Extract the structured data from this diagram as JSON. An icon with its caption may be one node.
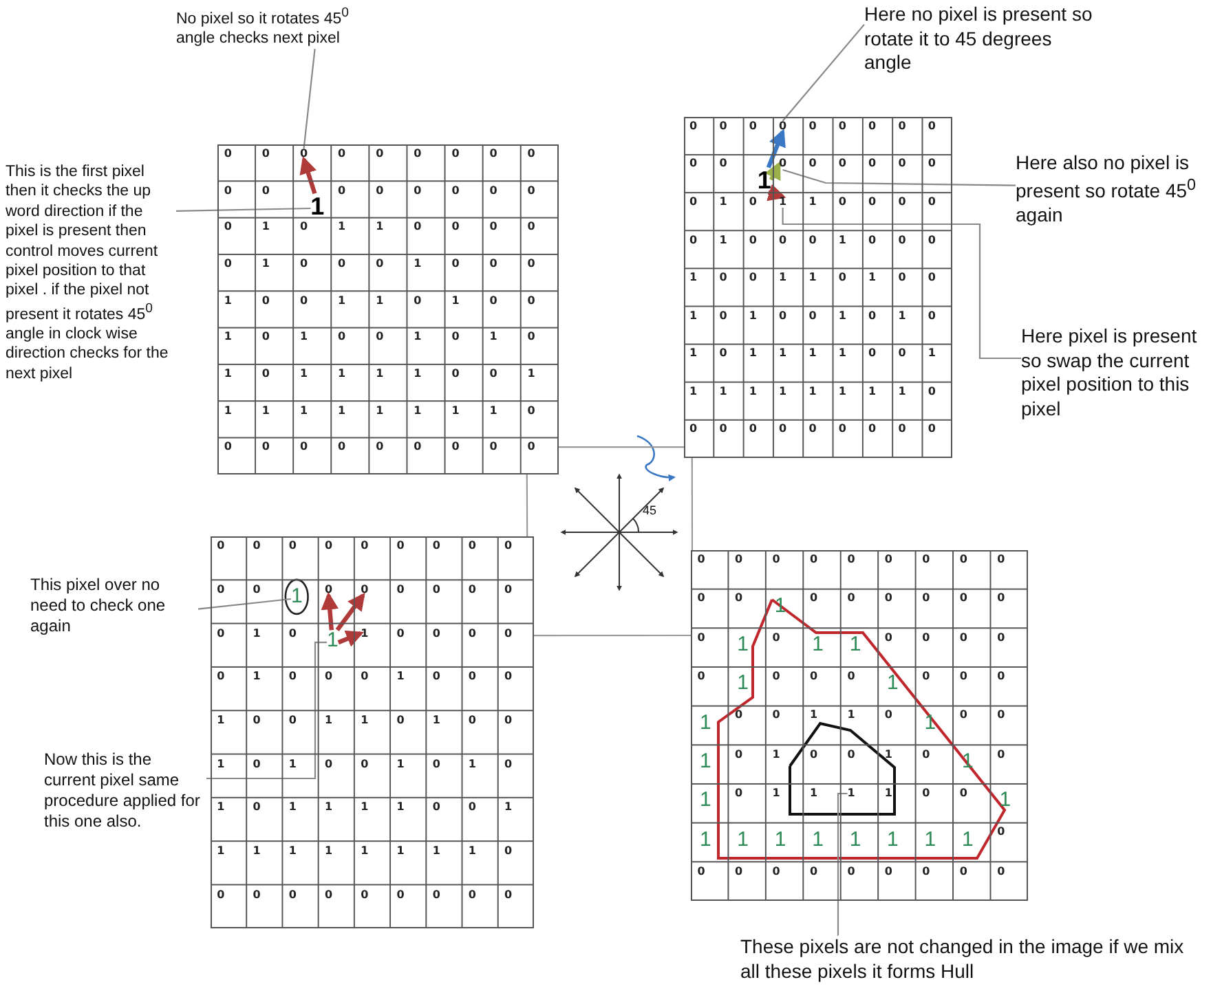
{
  "diagram": {
    "nodes": [
      {
        "text": [],
        "shape": "grid"
      },
      {
        "text": [
          "0"
        ],
        "in": 0
      },
      {
        "text": [
          "1"
        ],
        "in": 0
      },
      {
        "text": [
          "This is the first pixel then it checks the up word direction if the pixel is present then control moves current pixel position to that pixel . if the pixel not present it rotates 45$^{0}$ angle in clock wise direction checks for the next pixel"
        ]
      },
      {
        "text": [
          "No pixel so it rotates 45$^{0}$ angle checks next pixel"
        ]
      },
      {
        "text": [],
        "shape": "grid"
      },
      {
        "text": [
          "0"
        ],
        "in": 5
      },
      {
        "text": [
          "1"
        ],
        "in": 5
      },
      {
        "text": [
          "0"
        ],
        "in": 5
      },
      {
        "text": [
          "1"
        ],
        "in": 5
      },
      {
        "text": [
          "Here  no pixel is present  so rotate it to 45 degrees angle"
        ]
      },
      {
        "text": [
          "Here also  no pixel is present  so rotate 45$^{0}$ again"
        ]
      },
      {
        "text": [
          "Here pixel is present so swap the current pixel position to this pixel"
        ]
      },
      {
        "text": [],
        "shape": "grid"
      },
      {
        "text": [
          "1"
        ],
        "in": 13
      },
      {
        "text": [
          "1"
        ],
        "in": 13
      },
      {
        "text": [
          "This pixel  over no need to check  one again"
        ]
      },
      {
        "text": [
          "Now this is the current pixel same procedure  applied for this one also."
        ]
      },
      {
        "text": [],
        "shape": "grid"
      },
      {
        "text": [
          "1"
        ],
        "in": 18
      },
      {
        "text": [
          "These pixels are not changed in the image if we mix all these pixels it forms Hull"
        ]
      },
      {
        "text": [
          "0"
        ],
        "in": 13
      },
      {
        "text": [
          "0"
        ],
        "in": 13
      },
      {
        "text": [
          "1"
        ],
        "in": 13
      }
    ],
    "edges": [
      {
        "from": 3,
        "to": 2,
        "arrow": "none"
      },
      {
        "from": 4,
        "to": 1,
        "arrow": "none"
      },
      {
        "from": 10,
        "to": 6,
        "arrow": "none"
      },
      {
        "from": 11,
        "to": 8,
        "arrow": "none"
      },
      {
        "from": 12,
        "to": 9,
        "arrow": "none"
      },
      {
        "from": 16,
        "to": 14,
        "arrow": "none"
      },
      {
        "from": 17,
        "to": 15,
        "arrow": "none"
      },
      {
        "from": 20,
        "to": 19,
        "arrow": "none"
      },
      {
        "from": 0,
        "to": 5,
        "arrow": "none"
      },
      {
        "from": 0,
        "to": 13,
        "arrow": "none"
      },
      {
        "from": 13,
        "to": 18,
        "arrow": "none"
      },
      {
        "from": 5,
        "to": 18,
        "arrow": "none"
      },
      {
        "from": 2,
        "to": 1,
        "arrow": "to",
        "style": "thick",
        "color": "#b03a3a"
      },
      {
        "from": 7,
        "to": 6,
        "arrow": "to",
        "style": "thick",
        "color": "#3b78c4"
      },
      {
        "from": 7,
        "to": 8,
        "arrow": "to",
        "style": "thick",
        "color": "#9ab04a"
      },
      {
        "from": 7,
        "to": 9,
        "arrow": "to",
        "style": "thick",
        "color": "#b03a3a"
      },
      {
        "from": 15,
        "to": 21,
        "arrow": "to",
        "style": "thick",
        "color": "#b03a3a"
      },
      {
        "from": 15,
        "to": 22,
        "arrow": "to",
        "style": "thick",
        "color": "#b03a3a"
      },
      {
        "from": 15,
        "to": 23,
        "arrow": "to",
        "style": "thick",
        "color": "#b03a3a"
      }
    ],
    "labels": [
      "0",
      "0",
      "0",
      "0",
      "0",
      "0",
      "0",
      "0",
      "0",
      "0",
      "0",
      "0",
      "0",
      "0",
      "0",
      "0",
      "0",
      "1",
      "0",
      "1",
      "1",
      "0",
      "0",
      "0",
      "0",
      "0",
      "1",
      "0",
      "0",
      "0",
      "1",
      "0",
      "0",
      "0",
      "1",
      "0",
      "0",
      "1",
      "1",
      "0",
      "1",
      "0",
      "0",
      "1",
      "0",
      "1",
      "0",
      "0",
      "1",
      "0",
      "1",
      "0",
      "1",
      "0",
      "1",
      "1",
      "1",
      "1",
      "0",
      "0",
      "1",
      "1",
      "1",
      "1",
      "1",
      "1",
      "1",
      "1",
      "1",
      "0",
      "0",
      "0",
      "0",
      "0",
      "0",
      "0",
      "0",
      "0",
      "0",
      "0",
      "0",
      "0",
      "0",
      "0",
      "0",
      "0",
      "0",
      "0",
      "0",
      "0",
      "0",
      "0",
      "0",
      "0",
      "0",
      "1",
      "0",
      "1",
      "0",
      "0",
      "0",
      "0",
      "0",
      "1",
      "0",
      "0",
      "0",
      "1",
      "0",
      "0",
      "0",
      "1",
      "0",
      "0",
      "1",
      "1",
      "0",
      "1",
      "0",
      "0",
      "1",
      "0",
      "1",
      "0",
      "0",
      "1",
      "0",
      "1",
      "0",
      "1",
      "0",
      "1",
      "1",
      "1",
      "1",
      "0",
      "0",
      "1",
      "1",
      "1",
      "1",
      "1",
      "1",
      "1",
      "1",
      "1",
      "0",
      "0",
      "0",
      "0",
      "0",
      "0",
      "0",
      "0",
      "0",
      "0",
      "0",
      "0",
      "0",
      "0",
      "0",
      "0",
      "0",
      "0",
      "0",
      "0",
      "0",
      "0",
      "0",
      "0",
      "0",
      "0",
      "1",
      "0",
      "0",
      "0",
      "0",
      "0",
      "0",
      "1",
      "0",
      "0",
      "0",
      "1",
      "0",
      "0",
      "0",
      "1",
      "0",
      "0",
      "1",
      "1",
      "0",
      "1",
      "0",
      "0",
      "1",
      "0",
      "1",
      "0",
      "0",
      "1",
      "0",
      "1",
      "0",
      "1",
      "0",
      "1",
      "1",
      "1",
      "1",
      "0",
      "0",
      "1",
      "1",
      "1",
      "1",
      "1",
      "1",
      "1",
      "1",
      "1",
      "0",
      "0",
      "0",
      "0",
      "0",
      "0",
      "0",
      "0",
      "0",
      "0",
      "0",
      "0",
      "0",
      "0",
      "0",
      "0",
      "0",
      "0",
      "0",
      "0",
      "0",
      "1",
      "0",
      "0",
      "0",
      "0",
      "0",
      "0",
      "0",
      "1",
      "0",
      "1",
      "1",
      "0",
      "0",
      "0",
      "0",
      "0",
      "1",
      "0",
      "0",
      "0",
      "1",
      "0",
      "0",
      "0",
      "1",
      "0",
      "0",
      "1",
      "1",
      "0",
      "1",
      "0",
      "0",
      "1",
      "0",
      "1",
      "0",
      "0",
      "1",
      "0",
      "1",
      "0",
      "1",
      "0",
      "1",
      "1",
      "1",
      "0",
      "0",
      "1",
      "1",
      "1",
      "1",
      "1",
      "1",
      "1",
      "1",
      "1",
      "0",
      "0",
      "0",
      "0",
      "0",
      "0",
      "0",
      "0",
      "0",
      "0",
      "45"
    ]
  }
}
